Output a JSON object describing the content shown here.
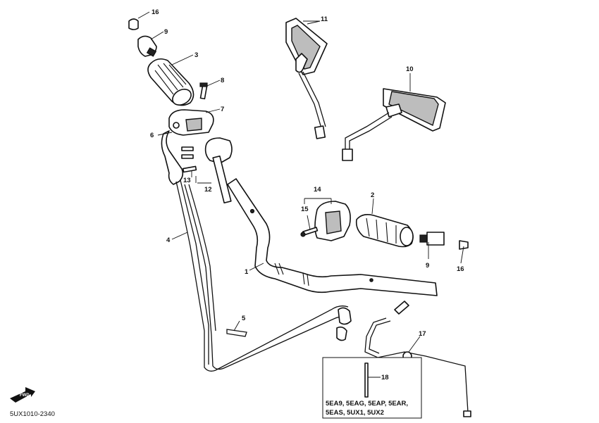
{
  "diagram_code": "5UX1010-2340",
  "fwd_label": "FWD",
  "callouts": {
    "c1": "1",
    "c2": "2",
    "c3": "3",
    "c4": "4",
    "c5": "5",
    "c6": "6",
    "c7": "7",
    "c8": "8",
    "c9a": "9",
    "c9b": "9",
    "c10": "10",
    "c11": "11",
    "c12": "12",
    "c13": "13",
    "c14": "14",
    "c15": "15",
    "c16a": "16",
    "c16b": "16",
    "c17": "17",
    "c18": "18"
  },
  "variant_box": {
    "line1": "5EA9, 5EAG, 5EAP, 5EAR,",
    "line2": "5EAS, 5UX1, 5UX2"
  }
}
